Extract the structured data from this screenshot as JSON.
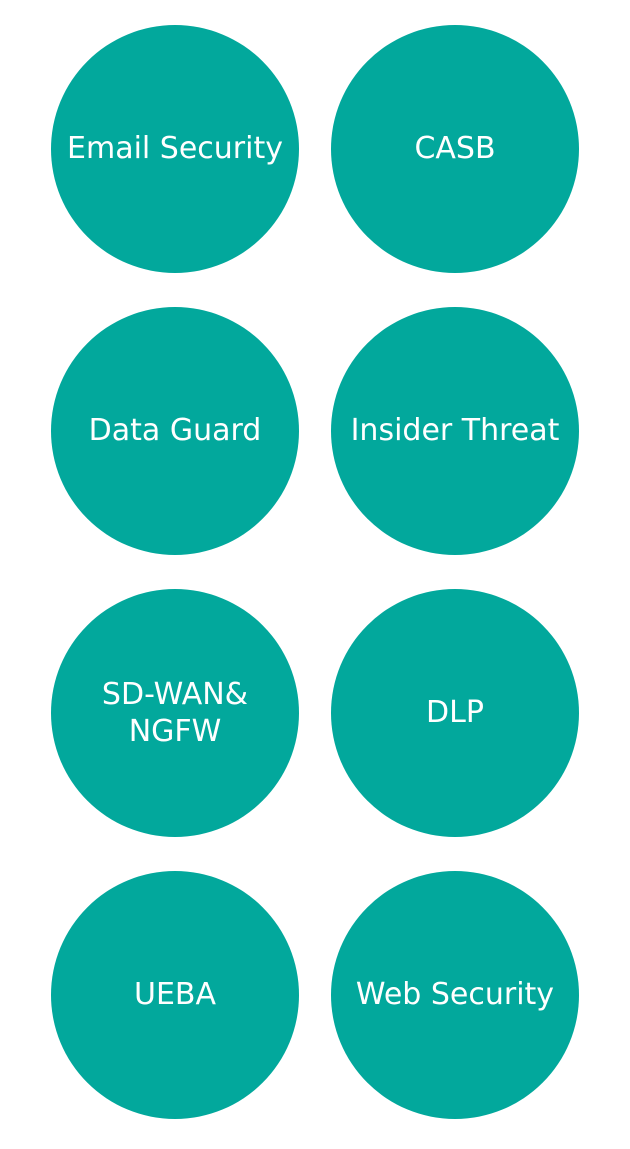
{
  "products": [
    {
      "label": "Email Security"
    },
    {
      "label": "CASB"
    },
    {
      "label": "Data Guard"
    },
    {
      "label": "Insider Threat"
    },
    {
      "label": "SD-WAN&\nNGFW"
    },
    {
      "label": "DLP"
    },
    {
      "label": "UEBA"
    },
    {
      "label": "Web Security"
    }
  ],
  "colors": {
    "circle_fill": "#02A89C",
    "label_text": "#FFFFFF",
    "background": "#FFFFFF"
  }
}
